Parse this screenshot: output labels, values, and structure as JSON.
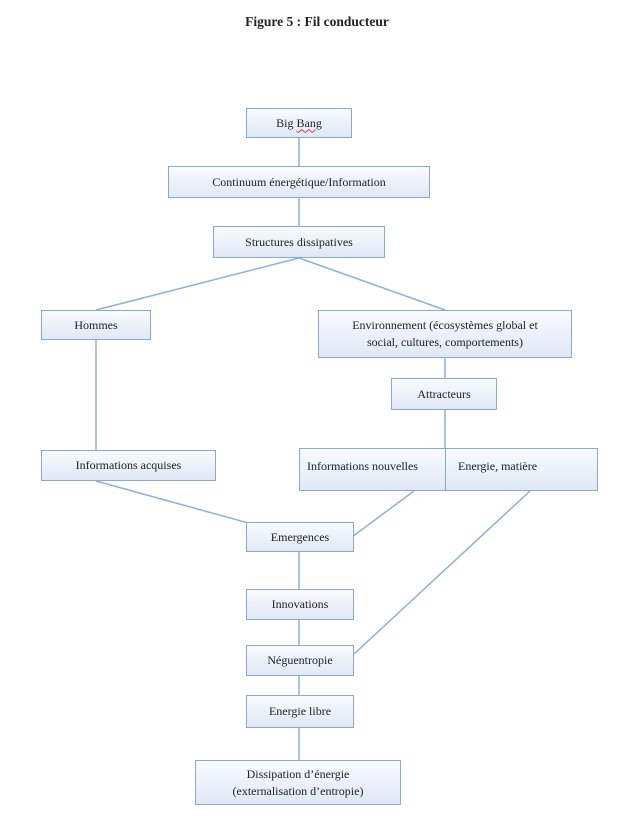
{
  "title": "Figure 5 : Fil conducteur",
  "nodes": {
    "big_bang": {
      "big": "Big",
      "bang": "Bang"
    },
    "continuum": "Continuum énergétique/Information",
    "structures": "Structures dissipatives",
    "hommes": "Hommes",
    "environnement": {
      "line1": "Environnement (écosystèmes global et",
      "line2": "social, cultures, comportements)"
    },
    "attracteurs": "Attracteurs",
    "informations_acquises": "Informations acquises",
    "informations_nouvelles": "Informations nouvelles",
    "energie_matiere": "Energie, matière",
    "emergences": "Emergences",
    "innovations": "Innovations",
    "neguentropie": "Néguentropie",
    "energie_libre": "Energie libre",
    "dissipation": {
      "line1": "Dissipation d’énergie",
      "line2": "(externalisation d’entropie)"
    }
  },
  "colors": {
    "box_border": "#8ba9cf",
    "box_fill_top": "#f9fbfe",
    "box_fill_bottom": "#dfe8f5",
    "connector": "#8fb0d8",
    "spellcheck_underline": "#d04040"
  }
}
